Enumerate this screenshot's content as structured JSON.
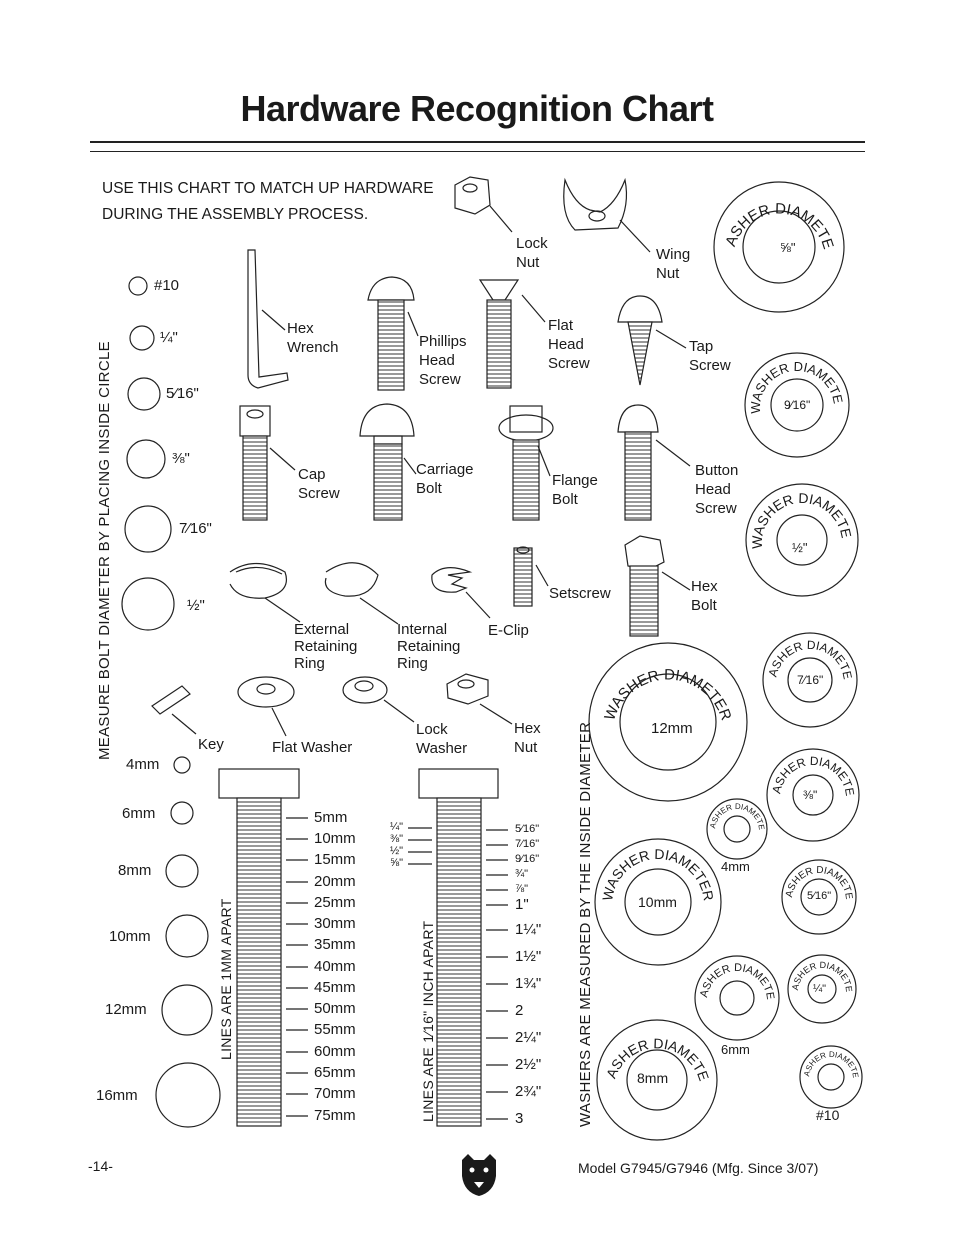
{
  "title": "Hardware Recognition Chart",
  "instructions": "USE THIS CHART TO MATCH UP HARDWARE DURING THE ASSEMBLY PROCESS.",
  "bolt_gauge": {
    "label": "MEASURE BOLT DIAMETER BY PLACING INSIDE CIRCLE",
    "inch_sizes": [
      "#10",
      "¼\"",
      "5⁄16\"",
      "⅜\"",
      "7⁄16\"",
      "½\""
    ],
    "metric_sizes": [
      "4mm",
      "6mm",
      "8mm",
      "10mm",
      "12mm",
      "16mm"
    ]
  },
  "hardware": {
    "lock_nut": "Lock\nNut",
    "wing_nut": "Wing\nNut",
    "hex_wrench": "Hex\nWrench",
    "phillips_head_screw": "Phillips\nHead\nScrew",
    "flat_head_screw": "Flat\nHead\nScrew",
    "tap_screw": "Tap\nScrew",
    "cap_screw": "Cap\nScrew",
    "carriage_bolt": "Carriage\nBolt",
    "flange_bolt": "Flange\nBolt",
    "button_head_screw": "Button\nHead\nScrew",
    "external_retaining_ring": "External\nRetaining\nRing",
    "internal_retaining_ring": "Internal\nRetaining\nRing",
    "e_clip": "E-Clip",
    "setscrew": "Setscrew",
    "hex_bolt": "Hex\nBolt",
    "key": "Key",
    "flat_washer": "Flat Washer",
    "lock_washer": "Lock\nWasher",
    "hex_nut": "Hex\nNut"
  },
  "metric_ruler": {
    "label": "LINES ARE 1MM APART",
    "marks": [
      "5mm",
      "10mm",
      "15mm",
      "20mm",
      "25mm",
      "30mm",
      "35mm",
      "40mm",
      "45mm",
      "50mm",
      "55mm",
      "60mm",
      "65mm",
      "70mm",
      "75mm"
    ]
  },
  "inch_ruler": {
    "label": "LINES ARE 1⁄16\" INCH APART",
    "left_marks": [
      "¼\"",
      "⅜\"",
      "½\"",
      "⅝\""
    ],
    "right_marks": [
      "5⁄16\"",
      "7⁄16\"",
      "9⁄16\"",
      "¾\"",
      "⅞\"",
      "1\"",
      "1¼\"",
      "1½\"",
      "1¾\"",
      "2",
      "2¼\"",
      "2½\"",
      "2¾\"",
      "3"
    ]
  },
  "washers": {
    "label": "WASHERS ARE MEASURED BY THE INSIDE DIAMETER",
    "ring_text": "WASHER DIAMETER",
    "sizes": [
      "⅝\"",
      "9⁄16\"",
      "½\"",
      "7⁄16\"",
      "12mm",
      "⅜\"",
      "4mm",
      "10mm",
      "5⁄16\"",
      "6mm",
      "¼\"",
      "8mm",
      "#10"
    ]
  },
  "footer": {
    "page_number": "-14-",
    "model": "Model G7945/G7946 (Mfg. Since 3/07)"
  }
}
